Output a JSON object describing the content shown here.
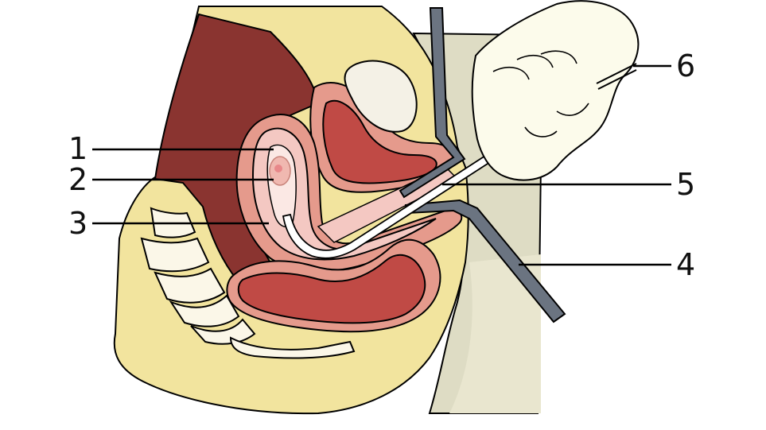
{
  "diagram": {
    "labels": [
      {
        "id": "1",
        "text": "1"
      },
      {
        "id": "2",
        "text": "2"
      },
      {
        "id": "3",
        "text": "3"
      },
      {
        "id": "4",
        "text": "4"
      },
      {
        "id": "5",
        "text": "5"
      },
      {
        "id": "6",
        "text": "6"
      }
    ]
  },
  "colors": {
    "fat_yellow": "#f2e49e",
    "dark_muscle": "#8a3430",
    "organ_red": "#c04a45",
    "organ_pink": "#e59a8c",
    "light_pink": "#f4c8c2",
    "bone": "#fbf7e8",
    "leg_shade": "#dedcc4",
    "instrument_grey": "#6b7481",
    "glove": "#fcfbeb",
    "outline": "#000000"
  }
}
